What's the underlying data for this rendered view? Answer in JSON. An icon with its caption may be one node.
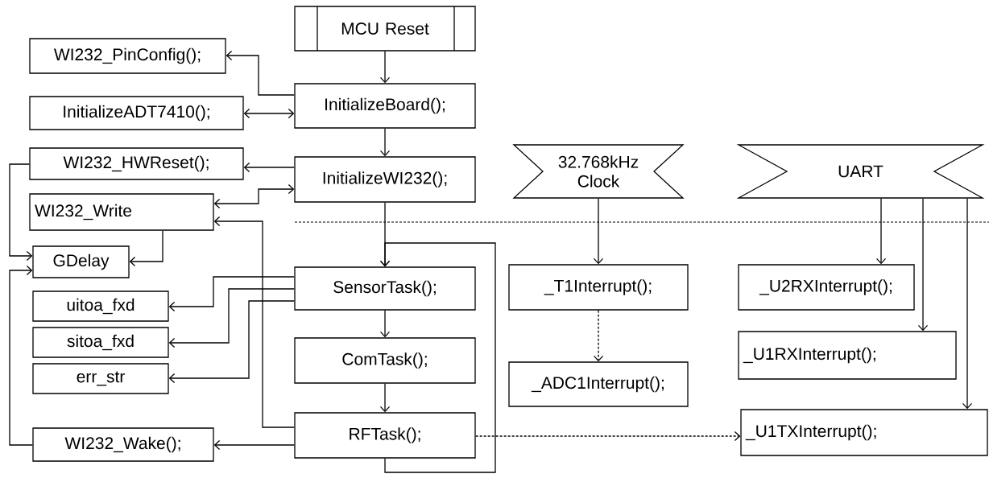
{
  "diagram": {
    "nodes": [
      {
        "text": [
          "MCU Reset"
        ]
      },
      {
        "text": [
          "WI232_PinConfig();"
        ]
      },
      {
        "text": [
          "InitializeADT7410();"
        ]
      },
      {
        "text": [
          "InitializeBoard();"
        ]
      },
      {
        "text": [
          "WI232_HWReset();"
        ]
      },
      {
        "text": [
          "InitializeWI232();"
        ]
      },
      {
        "text": [
          "WI232_Write"
        ]
      },
      {
        "text": [
          "GDelay"
        ]
      },
      {
        "text": [
          "SensorTask();"
        ]
      },
      {
        "text": [
          "uitoa_fxd"
        ]
      },
      {
        "text": [
          "sitoa_fxd"
        ]
      },
      {
        "text": [
          "err_str"
        ]
      },
      {
        "text": [
          "ComTask();"
        ]
      },
      {
        "text": [
          "RFTask();"
        ]
      },
      {
        "text": [
          "WI232_Wake();"
        ]
      },
      {
        "text": [
          "32.768kHz Clock"
        ]
      },
      {
        "text": [
          "UART"
        ]
      },
      {
        "text": [
          "_T1Interrupt();"
        ]
      },
      {
        "text": [
          "_ADC1Interrupt();"
        ]
      },
      {
        "text": [
          "_U2RXInterrupt();"
        ]
      },
      {
        "text": [
          "_U1RXInterrupt();"
        ]
      },
      {
        "text": [
          "_U1TXInterrupt();"
        ]
      }
    ],
    "edges": [
      {
        "from": 0,
        "to": 3,
        "arrow": "to"
      },
      {
        "from": 3,
        "to": 1,
        "arrow": "to"
      },
      {
        "from": 3,
        "to": 2,
        "arrow": "both"
      },
      {
        "from": 3,
        "to": 5,
        "arrow": "to"
      },
      {
        "from": 5,
        "to": 4,
        "arrow": "to"
      },
      {
        "from": 5,
        "to": 6,
        "arrow": "both"
      },
      {
        "from": 13,
        "to": 6,
        "arrow": "to"
      },
      {
        "from": 4,
        "to": 7,
        "arrow": "to"
      },
      {
        "from": 6,
        "to": 7,
        "arrow": "to"
      },
      {
        "from": 14,
        "to": 7,
        "arrow": "to"
      },
      {
        "from": 5,
        "to": 8,
        "arrow": "to"
      },
      {
        "from": 13,
        "to": 8,
        "arrow": "to"
      },
      {
        "from": 8,
        "to": 9,
        "arrow": "to"
      },
      {
        "from": 8,
        "to": 10,
        "arrow": "to"
      },
      {
        "from": 8,
        "to": 11,
        "arrow": "to"
      },
      {
        "from": 8,
        "to": 12,
        "arrow": "to"
      },
      {
        "from": 12,
        "to": 13,
        "arrow": "to"
      },
      {
        "from": 13,
        "to": 14,
        "arrow": "to"
      },
      {
        "from": 13,
        "to": 21,
        "arrow": "to",
        "style": "dashed"
      },
      {
        "from": 15,
        "to": 17,
        "arrow": "to"
      },
      {
        "from": 16,
        "to": 19,
        "arrow": "to"
      },
      {
        "from": 16,
        "to": 20,
        "arrow": "to"
      },
      {
        "from": 16,
        "to": 21,
        "arrow": "to"
      },
      {
        "from": 17,
        "to": 18,
        "arrow": "to",
        "style": "dashed"
      }
    ]
  }
}
